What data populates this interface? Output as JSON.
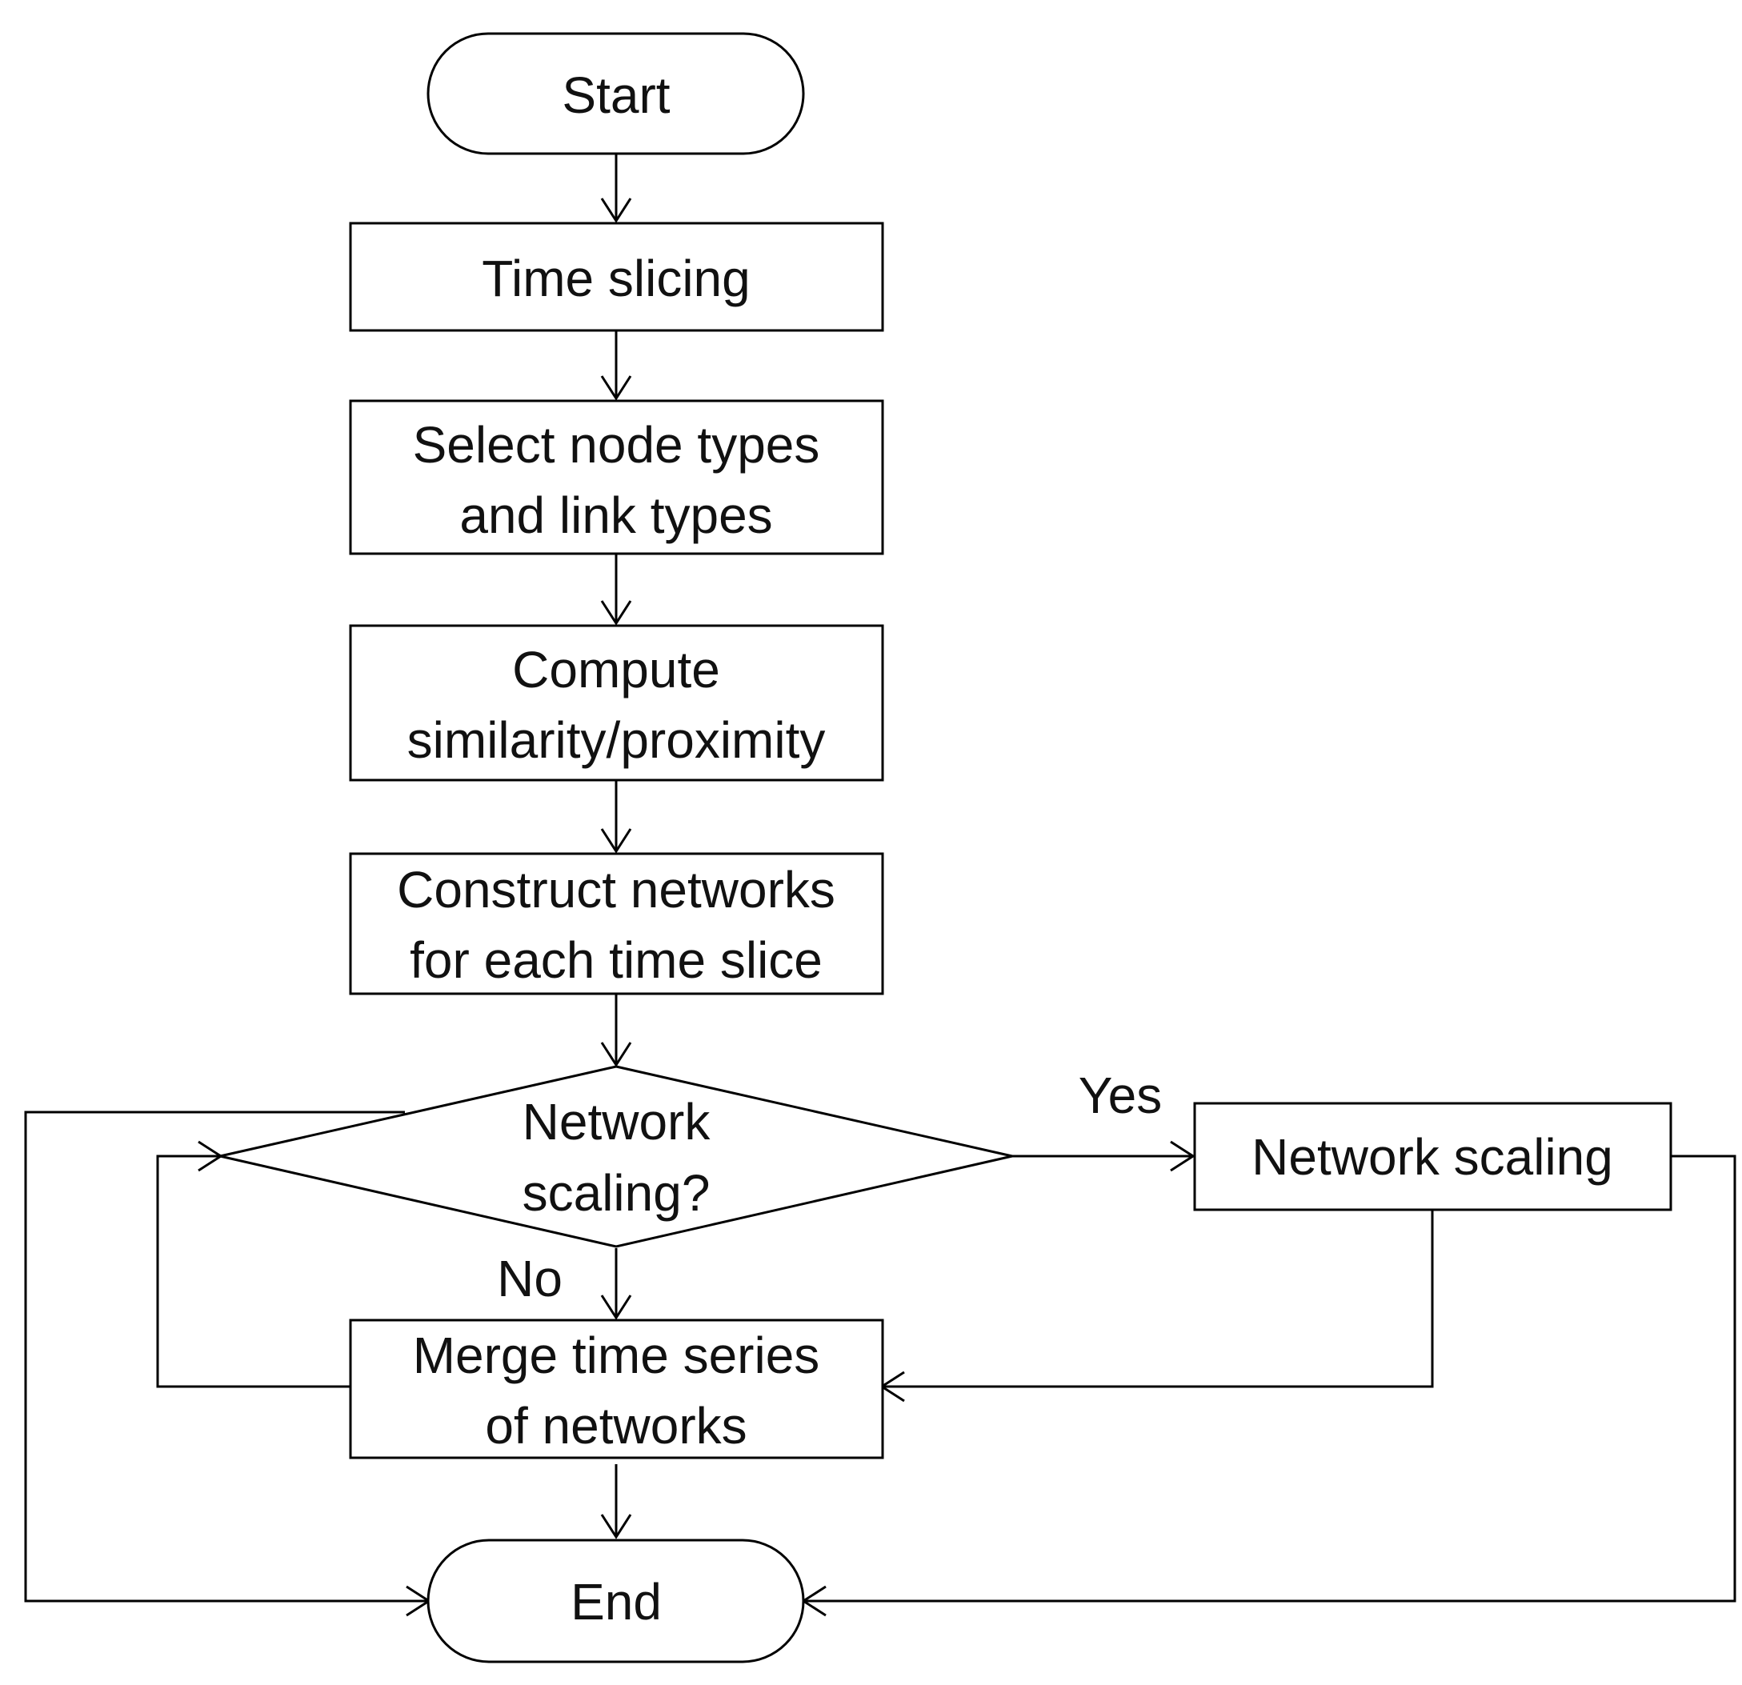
{
  "nodes": {
    "start": {
      "lines": [
        "Start"
      ]
    },
    "time_slicing": {
      "lines": [
        "Time slicing"
      ]
    },
    "select_types": {
      "lines": [
        "Select node types",
        "and link types"
      ]
    },
    "compute": {
      "lines": [
        "Compute",
        "similarity/proximity"
      ]
    },
    "construct": {
      "lines": [
        "Construct networks",
        "for each time slice"
      ]
    },
    "decision": {
      "lines": [
        "Network",
        "scaling?"
      ]
    },
    "network_scaling": {
      "lines": [
        "Network scaling"
      ]
    },
    "merge": {
      "lines": [
        "Merge time series",
        "of networks"
      ]
    },
    "end": {
      "lines": [
        "End"
      ]
    }
  },
  "edge_labels": {
    "yes": "Yes",
    "no": "No"
  }
}
